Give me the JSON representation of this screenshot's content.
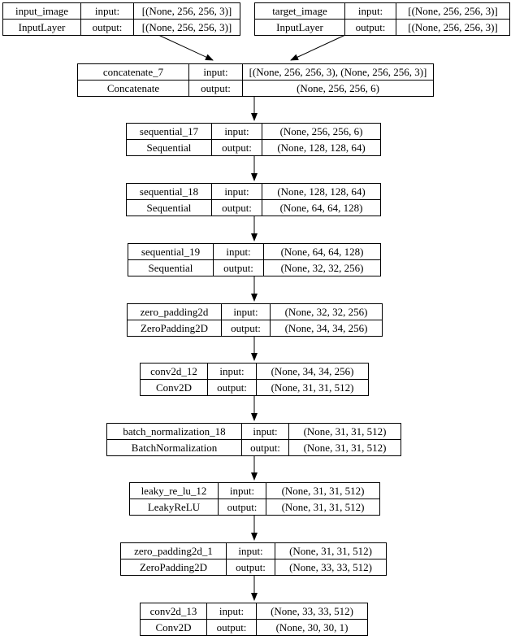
{
  "diagram": {
    "background_color": "#ffffff",
    "border_color": "#000000",
    "text_color": "#000000",
    "labels": {
      "input": "input:",
      "output": "output:"
    },
    "nodes": [
      {
        "name": "input_image",
        "type": "InputLayer",
        "input_shape": "[(None, 256, 256, 3)]",
        "output_shape": "[(None, 256, 256, 3)]"
      },
      {
        "name": "target_image",
        "type": "InputLayer",
        "input_shape": "[(None, 256, 256, 3)]",
        "output_shape": "[(None, 256, 256, 3)]"
      },
      {
        "name": "concatenate_7",
        "type": "Concatenate",
        "input_shape": "[(None, 256, 256, 3), (None, 256, 256, 3)]",
        "output_shape": "(None, 256, 256, 6)"
      },
      {
        "name": "sequential_17",
        "type": "Sequential",
        "input_shape": "(None, 256, 256, 6)",
        "output_shape": "(None, 128, 128, 64)"
      },
      {
        "name": "sequential_18",
        "type": "Sequential",
        "input_shape": "(None, 128, 128, 64)",
        "output_shape": "(None, 64, 64, 128)"
      },
      {
        "name": "sequential_19",
        "type": "Sequential",
        "input_shape": "(None, 64, 64, 128)",
        "output_shape": "(None, 32, 32, 256)"
      },
      {
        "name": "zero_padding2d",
        "type": "ZeroPadding2D",
        "input_shape": "(None, 32, 32, 256)",
        "output_shape": "(None, 34, 34, 256)"
      },
      {
        "name": "conv2d_12",
        "type": "Conv2D",
        "input_shape": "(None, 34, 34, 256)",
        "output_shape": "(None, 31, 31, 512)"
      },
      {
        "name": "batch_normalization_18",
        "type": "BatchNormalization",
        "input_shape": "(None, 31, 31, 512)",
        "output_shape": "(None, 31, 31, 512)"
      },
      {
        "name": "leaky_re_lu_12",
        "type": "LeakyReLU",
        "input_shape": "(None, 31, 31, 512)",
        "output_shape": "(None, 31, 31, 512)"
      },
      {
        "name": "zero_padding2d_1",
        "type": "ZeroPadding2D",
        "input_shape": "(None, 31, 31, 512)",
        "output_shape": "(None, 33, 33, 512)"
      },
      {
        "name": "conv2d_13",
        "type": "Conv2D",
        "input_shape": "(None, 33, 33, 512)",
        "output_shape": "(None, 30, 30, 1)"
      }
    ]
  }
}
